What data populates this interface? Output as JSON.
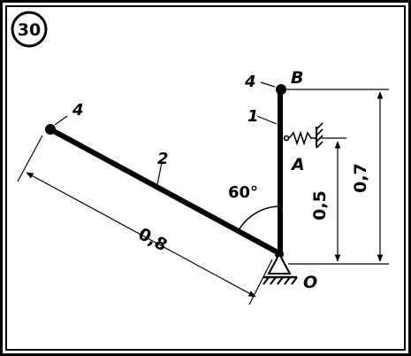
{
  "problem_number": "30",
  "rod_labels": {
    "bar_incline": "2",
    "bar_vertical": "1",
    "mass_left": "4",
    "mass_top": "4"
  },
  "point_labels": {
    "top": "B",
    "spring": "A",
    "pivot": "O"
  },
  "dimensions": {
    "length_incline": "0,8",
    "height_spring": "0,5",
    "height_total": "0,7"
  },
  "angle_label": "60°",
  "colors": {
    "ink": "#000000",
    "paper": "#ffffff"
  }
}
